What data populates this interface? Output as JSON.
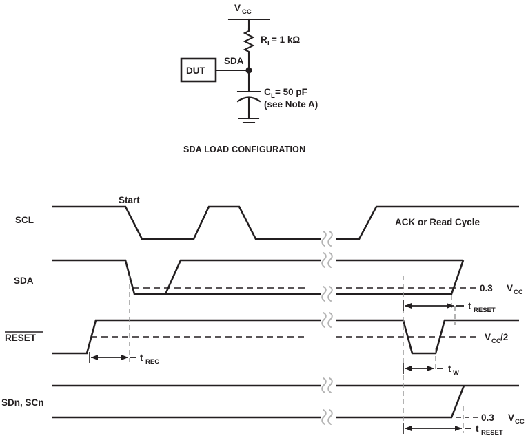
{
  "figure": {
    "kind": "timing-and-load-diagram",
    "background": "#ffffff",
    "line_color": "#231f20",
    "break_color": "#b4b4b4",
    "guide_color": "#9a9a9a"
  },
  "schematic": {
    "caption": "SDA LOAD CONFIGURATION",
    "supply_label": "V",
    "supply_sub": "CC",
    "dut_label": "DUT",
    "node_label": "SDA",
    "resistor": {
      "symbol_name": "resistor",
      "value_label": "R",
      "value_sub": "L",
      "value_text": " = 1 kΩ"
    },
    "capacitor": {
      "symbol_name": "capacitor",
      "value_label": "C",
      "value_sub": "L",
      "value_text": " = 50 pF",
      "note": "(see Note A)"
    },
    "ground_name": "ground-symbol"
  },
  "timing": {
    "signals": [
      {
        "name": "SCL",
        "overline": false
      },
      {
        "name": "SDA",
        "overline": false
      },
      {
        "name": "RESET",
        "overline": true
      },
      {
        "name": "SDn, SCn",
        "overline": false
      }
    ],
    "annotations": {
      "start": "Start",
      "ack_read": "ACK or Read Cycle"
    },
    "thresholds": [
      {
        "id": "sda-threshold",
        "value": "0.3",
        "unit": "V",
        "unit_sub": "CC"
      },
      {
        "id": "reset-threshold",
        "value": "V",
        "value_sub": "CC",
        "value_tail": "/2"
      },
      {
        "id": "sdn-threshold",
        "value": "0.3",
        "unit": "V",
        "unit_sub": "CC"
      }
    ],
    "measurements": [
      {
        "id": "t-rec",
        "base": "t",
        "sub": "REC"
      },
      {
        "id": "t-reset-upper",
        "base": "t",
        "sub": "RESET"
      },
      {
        "id": "t-w",
        "base": "t",
        "sub": "W"
      },
      {
        "id": "t-reset-lower",
        "base": "t",
        "sub": "RESET"
      }
    ],
    "break_marks": 7
  }
}
